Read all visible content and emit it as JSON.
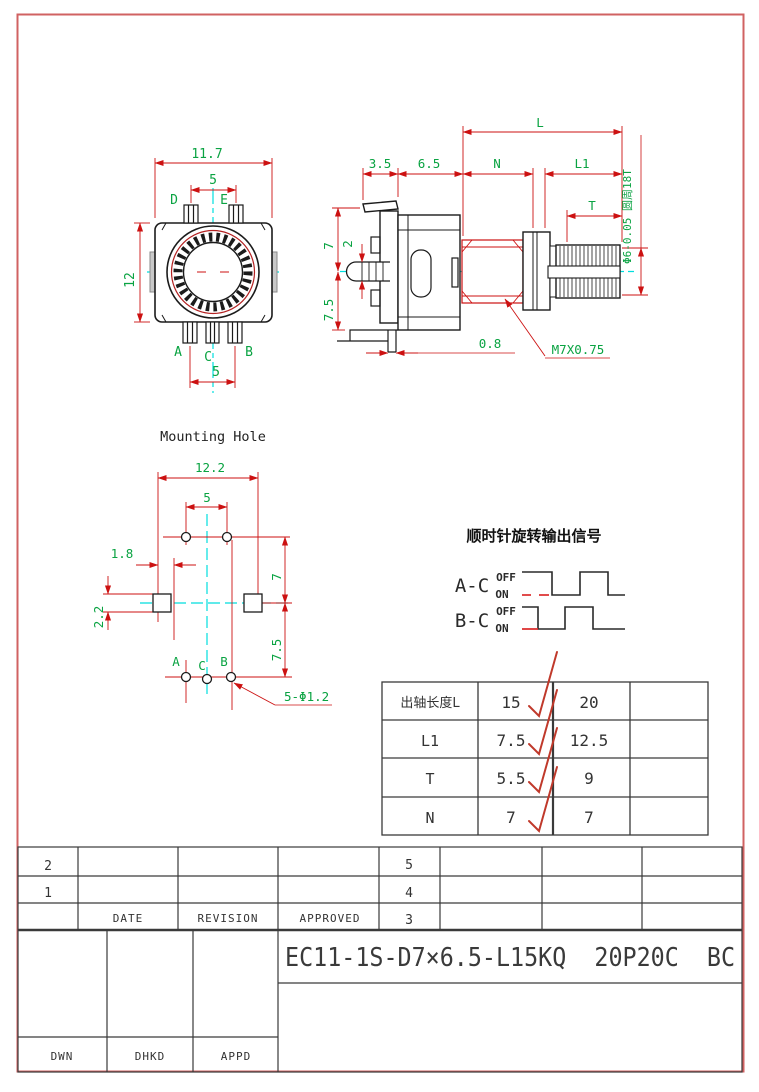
{
  "colors": {
    "page_border": "#d06262",
    "dimension_red": "#cc1111",
    "label_green": "#0aa342",
    "drawing_black": "#1b1b1b",
    "centerline_cyan": "#00dede",
    "block_gray": "#3a3a3a",
    "check_red": "#c0392b"
  },
  "front_view": {
    "dim_width": "11.7",
    "dim_pin_span_top": "5",
    "dim_height": "12",
    "dim_pin_span_bottom": "5",
    "label_d": "D",
    "label_e": "E",
    "label_a": "A",
    "label_c": "C",
    "label_b": "B"
  },
  "side_view": {
    "dim_l": "L",
    "dim_n": "N",
    "dim_l1": "L1",
    "dim_t": "T",
    "dim_35": "3.5",
    "dim_65": "6.5",
    "dim_7": "7",
    "dim_2": "2",
    "dim_75": "7.5",
    "dim_08": "0.8",
    "thread_note": "M7X0.75",
    "shaft_note": "Φ6-0.05 圆周18T"
  },
  "mounting_hole": {
    "title": "Mounting Hole",
    "dim_width": "12.2",
    "dim_pin_span": "5",
    "dim_18": "1.8",
    "dim_22": "2.2",
    "dim_7": "7",
    "dim_75": "7.5",
    "label_a": "A",
    "label_c": "C",
    "label_b": "B",
    "hole_note": "5-Φ1.2"
  },
  "signal_diagram": {
    "title": "顺时针旋转输出信号",
    "channels": [
      {
        "label": "A-C",
        "off": "OFF",
        "on": "ON"
      },
      {
        "label": "B-C",
        "off": "OFF",
        "on": "ON"
      }
    ]
  },
  "spec_table": {
    "rows": [
      {
        "param": "出轴长度L",
        "v1": "15",
        "v2": "20",
        "v3": "",
        "checked": true
      },
      {
        "param": "L1",
        "v1": "7.5",
        "v2": "12.5",
        "v3": "",
        "checked": true
      },
      {
        "param": "T",
        "v1": "5.5",
        "v2": "9",
        "v3": "",
        "checked": true
      },
      {
        "param": "N",
        "v1": "7",
        "v2": "7",
        "v3": "",
        "checked": true
      }
    ]
  },
  "title_block": {
    "rev_left": [
      "2",
      "1"
    ],
    "rev_right": [
      "5",
      "4",
      "3"
    ],
    "header_date": "DATE",
    "header_revision": "REVISION",
    "header_approved": "APPROVED",
    "part_number": "EC11-1S-D7×6.5-L15KQ  20P20C  BC",
    "sign_dwn": "DWN",
    "sign_dhkd": "DHKD",
    "sign_appd": "APPD"
  }
}
